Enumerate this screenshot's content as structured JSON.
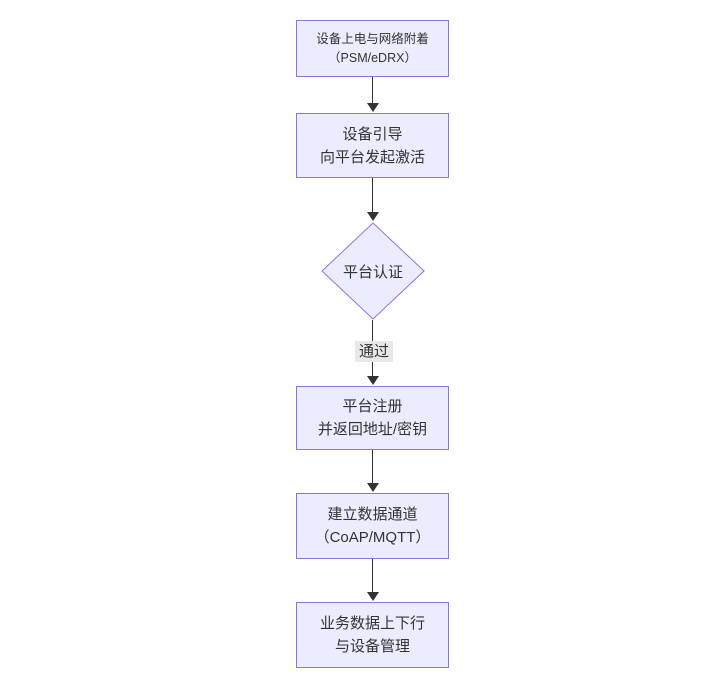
{
  "colors": {
    "node_fill": "#ECECFF",
    "node_border": "#9370DB",
    "edge": "#333333",
    "edge_label_bg": "#E8E8E8",
    "text": "#333333",
    "background": "#FFFFFF"
  },
  "flow": {
    "type": "flowchart-top-down",
    "nodes": [
      {
        "id": "device-power-on",
        "shape": "rect",
        "lines": [
          "设备上电与网络附着",
          "（PSM/eDRX）"
        ]
      },
      {
        "id": "device-bootstrap",
        "shape": "rect",
        "lines": [
          "设备引导",
          "向平台发起激活"
        ]
      },
      {
        "id": "platform-auth",
        "shape": "diamond",
        "lines": [
          "平台认证"
        ]
      },
      {
        "id": "platform-register",
        "shape": "rect",
        "lines": [
          "平台注册",
          "并返回地址/密钥"
        ]
      },
      {
        "id": "data-channel",
        "shape": "rect",
        "lines": [
          "建立数据通道",
          "（CoAP/MQTT）"
        ]
      },
      {
        "id": "business-data",
        "shape": "rect",
        "lines": [
          "业务数据上下行",
          "与设备管理"
        ]
      }
    ],
    "edges": [
      {
        "from": "device-power-on",
        "to": "device-bootstrap",
        "label": ""
      },
      {
        "from": "device-bootstrap",
        "to": "platform-auth",
        "label": ""
      },
      {
        "from": "platform-auth",
        "to": "platform-register",
        "label": "通过"
      },
      {
        "from": "platform-register",
        "to": "data-channel",
        "label": ""
      },
      {
        "from": "data-channel",
        "to": "business-data",
        "label": ""
      }
    ]
  }
}
